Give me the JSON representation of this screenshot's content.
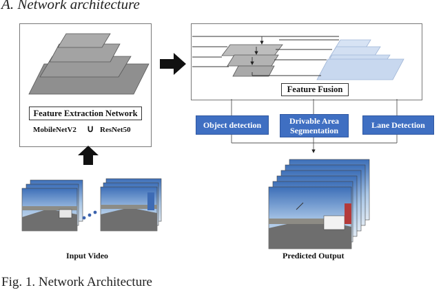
{
  "header": {
    "title": "A.   Network architecture"
  },
  "extraction": {
    "label": "Feature Extraction Network",
    "backbone_a": "MobileNetV2",
    "union_symbol": "∪",
    "backbone_b": "ResNet50"
  },
  "fusion": {
    "label": "Feature Fusion"
  },
  "tasks": [
    {
      "label": "Object detection"
    },
    {
      "label": "Drivable Area Segmentation"
    },
    {
      "label": "Lane Detection"
    }
  ],
  "input": {
    "label": "Input Video"
  },
  "output": {
    "label": "Predicted Output"
  },
  "caption": "Fig. 1. Network Architecture"
}
